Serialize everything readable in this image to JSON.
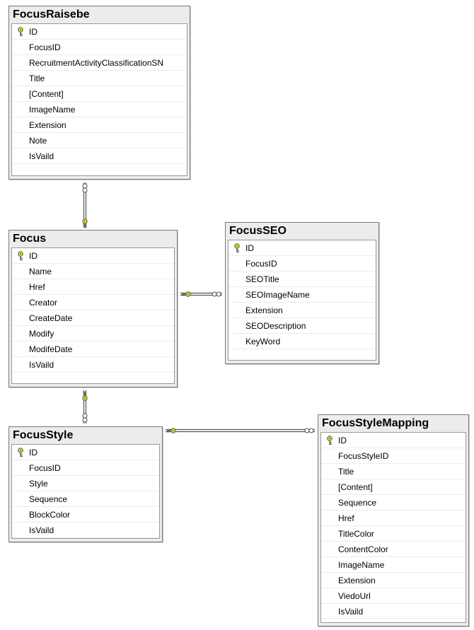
{
  "icons": {
    "primary_key": "key-icon",
    "one_end": "key-icon",
    "many_end": "infinity-icon"
  },
  "colors": {
    "key_yellow": "#f2e41c",
    "line": "#555555",
    "title_bg": "#ececec"
  },
  "tables": [
    {
      "id": "focusraisebe",
      "name": "FocusRaisebe",
      "columns": [
        {
          "name": "ID",
          "primary_key": true
        },
        {
          "name": "FocusID"
        },
        {
          "name": "RecruitmentActivityClassificationSN"
        },
        {
          "name": "Title"
        },
        {
          "name": "[Content]"
        },
        {
          "name": "ImageName"
        },
        {
          "name": "Extension"
        },
        {
          "name": "Note"
        },
        {
          "name": "IsVaild"
        }
      ]
    },
    {
      "id": "focus",
      "name": "Focus",
      "columns": [
        {
          "name": "ID",
          "primary_key": true
        },
        {
          "name": "Name"
        },
        {
          "name": "Href"
        },
        {
          "name": "Creator"
        },
        {
          "name": "CreateDate"
        },
        {
          "name": "Modify"
        },
        {
          "name": "ModifeDate"
        },
        {
          "name": "IsVaild"
        }
      ]
    },
    {
      "id": "focusseo",
      "name": "FocusSEO",
      "columns": [
        {
          "name": "ID",
          "primary_key": true
        },
        {
          "name": "FocusID"
        },
        {
          "name": "SEOTitle"
        },
        {
          "name": "SEOImageName"
        },
        {
          "name": "Extension"
        },
        {
          "name": "SEODescription"
        },
        {
          "name": "KeyWord"
        }
      ]
    },
    {
      "id": "focusstyle",
      "name": "FocusStyle",
      "columns": [
        {
          "name": "ID",
          "primary_key": true
        },
        {
          "name": "FocusID"
        },
        {
          "name": "Style"
        },
        {
          "name": "Sequence"
        },
        {
          "name": "BlockColor"
        },
        {
          "name": "IsVaild"
        }
      ]
    },
    {
      "id": "focusstylemapping",
      "name": "FocusStyleMapping",
      "columns": [
        {
          "name": "ID",
          "primary_key": true
        },
        {
          "name": "FocusStyleID"
        },
        {
          "name": "Title"
        },
        {
          "name": "[Content]"
        },
        {
          "name": "Sequence"
        },
        {
          "name": "Href"
        },
        {
          "name": "TitleColor"
        },
        {
          "name": "ContentColor"
        },
        {
          "name": "ImageName"
        },
        {
          "name": "Extension"
        },
        {
          "name": "ViedoUrl"
        },
        {
          "name": "IsVaild"
        }
      ]
    }
  ],
  "relationships": [
    {
      "id": "focus-focusraisebe",
      "one": "focus",
      "many": "focusraisebe"
    },
    {
      "id": "focus-focusseo",
      "one": "focus",
      "many": "focusseo"
    },
    {
      "id": "focus-focusstyle",
      "one": "focus",
      "many": "focusstyle"
    },
    {
      "id": "focusstyle-focusstylemapping",
      "one": "focusstyle",
      "many": "focusstylemapping"
    }
  ]
}
